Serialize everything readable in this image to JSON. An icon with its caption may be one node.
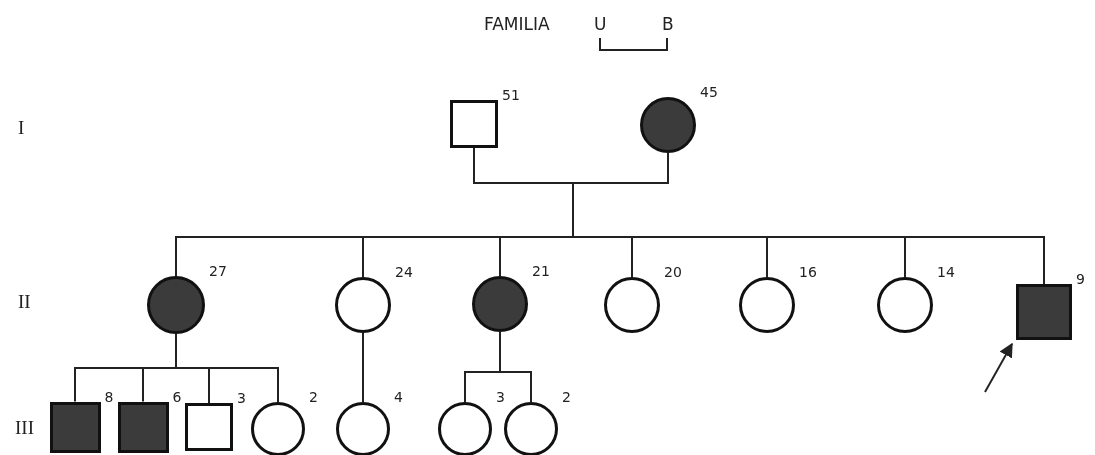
{
  "diagram": {
    "title": "FAMILIA",
    "nodes": [
      {
        "text": [],
        "shape": "box",
        "beside": [
          "51"
        ]
      },
      {
        "text": [],
        "shape": "circle",
        "beside": [
          "45"
        ]
      },
      {
        "text": [],
        "shape": "circle",
        "beside": [
          "27"
        ]
      },
      {
        "text": [],
        "shape": "circle",
        "beside": [
          "24"
        ]
      },
      {
        "text": [],
        "shape": "circle",
        "beside": [
          "21"
        ]
      },
      {
        "text": [],
        "shape": "circle",
        "beside": [
          "20"
        ]
      },
      {
        "text": [],
        "shape": "circle",
        "beside": [
          "16"
        ]
      },
      {
        "text": [],
        "shape": "circle",
        "beside": [
          "14"
        ]
      },
      {
        "text": [],
        "shape": "box",
        "beside": [
          "9"
        ]
      },
      {
        "text": [],
        "shape": "box",
        "beside": [
          "8"
        ]
      },
      {
        "text": [],
        "shape": "box",
        "beside": [
          "6"
        ]
      },
      {
        "text": [],
        "shape": "box",
        "beside": [
          "3"
        ]
      },
      {
        "text": [],
        "shape": "circle",
        "beside": [
          "2"
        ]
      },
      {
        "text": [],
        "shape": "circle",
        "beside": [
          "4"
        ]
      },
      {
        "text": [],
        "shape": "circle",
        "beside": [
          "3"
        ]
      },
      {
        "text": [],
        "shape": "circle",
        "beside": [
          "2"
        ]
      }
    ],
    "edges": [
      {
        "from": 0,
        "to": 1,
        "arrow": "none"
      },
      {
        "from": 0,
        "to": 2,
        "arrow": "none"
      },
      {
        "from": 0,
        "to": 3,
        "arrow": "none"
      },
      {
        "from": 0,
        "to": 4,
        "arrow": "none"
      },
      {
        "from": 0,
        "to": 5,
        "arrow": "none"
      },
      {
        "from": 0,
        "to": 6,
        "arrow": "none"
      },
      {
        "from": 0,
        "to": 7,
        "arrow": "none"
      },
      {
        "from": 0,
        "to": 8,
        "arrow": "none"
      },
      {
        "from": 1,
        "to": 2,
        "arrow": "none"
      },
      {
        "from": 1,
        "to": 3,
        "arrow": "none"
      },
      {
        "from": 1,
        "to": 4,
        "arrow": "none"
      },
      {
        "from": 1,
        "to": 5,
        "arrow": "none"
      },
      {
        "from": 1,
        "to": 6,
        "arrow": "none"
      },
      {
        "from": 1,
        "to": 7,
        "arrow": "none"
      },
      {
        "from": 1,
        "to": 8,
        "arrow": "none"
      },
      {
        "from": 2,
        "to": 9,
        "arrow": "none"
      },
      {
        "from": 2,
        "to": 10,
        "arrow": "none"
      },
      {
        "from": 2,
        "to": 11,
        "arrow": "none"
      },
      {
        "from": 2,
        "to": 12,
        "arrow": "none"
      },
      {
        "from": 3,
        "to": 13,
        "arrow": "none"
      },
      {
        "from": 4,
        "to": 14,
        "arrow": "none"
      },
      {
        "from": 4,
        "to": 15,
        "arrow": "none"
      },
      {
        "from": null,
        "to": 8,
        "arrow": "to"
      }
    ],
    "labels": [
      "U",
      "B",
      "I",
      "II",
      "III"
    ]
  }
}
